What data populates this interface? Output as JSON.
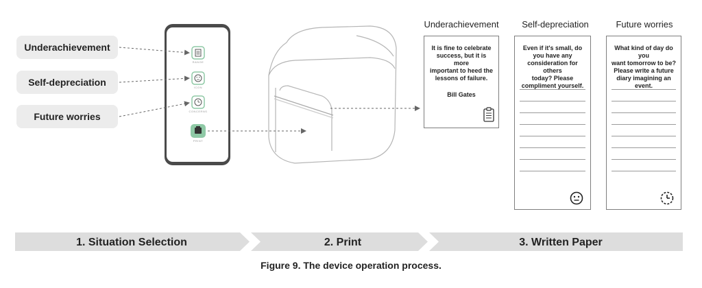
{
  "situations": {
    "underachievement": "Underachievement",
    "self_depreciation": "Self-depreciation",
    "future_worries": "Future worries"
  },
  "phone": {
    "icon_captions": [
      "RANGE",
      "ICON",
      "CONCERNS"
    ],
    "print_label": "PRINT"
  },
  "papers": {
    "col1": {
      "title": "Underachievement",
      "text": "It is fine to celebrate\nsuccess, but it is more\nimportant to heed the\nlessons of failure.",
      "author": "Bill Gates",
      "icon": "clipboard-icon"
    },
    "col2": {
      "title": "Self-depreciation",
      "text": "Even if it's small, do\nyou have any\nconsideration for others\ntoday? Please\ncompliment yourself.",
      "icon": "face-icon"
    },
    "col3": {
      "title": "Future worries",
      "text": "What kind of day do you\nwant tomorrow to be?\nPlease write a future\ndiary imagining an\nevent.",
      "icon": "clock-icon"
    }
  },
  "steps": [
    "1. Situation Selection",
    "2. Print",
    "3. Written Paper"
  ],
  "caption": "Figure 9. The device operation process.",
  "colors": {
    "bar": "#dddddd",
    "accent_green": "#8fc9a6",
    "pill": "#ececec"
  }
}
